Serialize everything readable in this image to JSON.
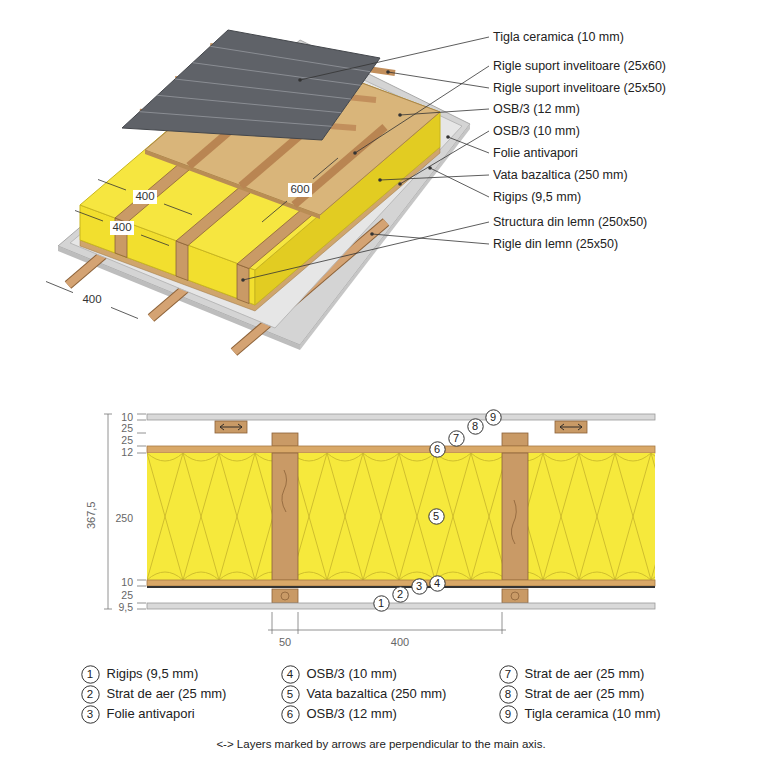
{
  "diagram": {
    "nodes": [
      {
        "text": [
          "1"
        ]
      },
      {
        "text": [
          "2"
        ]
      },
      {
        "text": [
          "3"
        ]
      },
      {
        "text": [
          "4"
        ]
      },
      {
        "text": [
          "5"
        ]
      },
      {
        "text": [
          "6"
        ]
      },
      {
        "text": [
          "7"
        ]
      },
      {
        "text": [
          "8"
        ]
      },
      {
        "text": [
          "9"
        ]
      },
      {
        "text": [
          "1",
          "Rigips (9,5 mm)"
        ]
      },
      {
        "text": [
          "2",
          "Strat de aer (25 mm)"
        ]
      },
      {
        "text": [
          "3",
          "Folie antivapori"
        ]
      },
      {
        "text": [
          "4",
          "OSB/3 (10 mm)"
        ]
      },
      {
        "text": [
          "5",
          "Vata bazaltica (250 mm)"
        ]
      },
      {
        "text": [
          "6",
          "OSB/3 (12 mm)"
        ]
      },
      {
        "text": [
          "7",
          "Strat de aer (25 mm)"
        ]
      },
      {
        "text": [
          "8",
          "Strat de aer (25 mm)"
        ]
      },
      {
        "text": [
          "9",
          "Tigla ceramica (10 mm)"
        ]
      }
    ],
    "labels": [
      "Tigla ceramica (10 mm)",
      "Rigle suport invelitoare (25x60)",
      "Rigle suport invelitoare (25x50)",
      "OSB/3 (12 mm)",
      "OSB/3 (10 mm)",
      "Folie antivapori",
      "Vata bazaltica (250 mm)",
      "Rigips (9,5 mm)",
      "Structura din lemn (250x50)",
      "Rigle din lemn (25x50)",
      "600",
      "400",
      "400",
      "400",
      "10",
      "25",
      "25",
      "12",
      "250",
      "10",
      "25",
      "9,5",
      "367,5",
      "50",
      "400",
      "<-> Layers marked by arrows are perpendicular to the main axis."
    ]
  }
}
